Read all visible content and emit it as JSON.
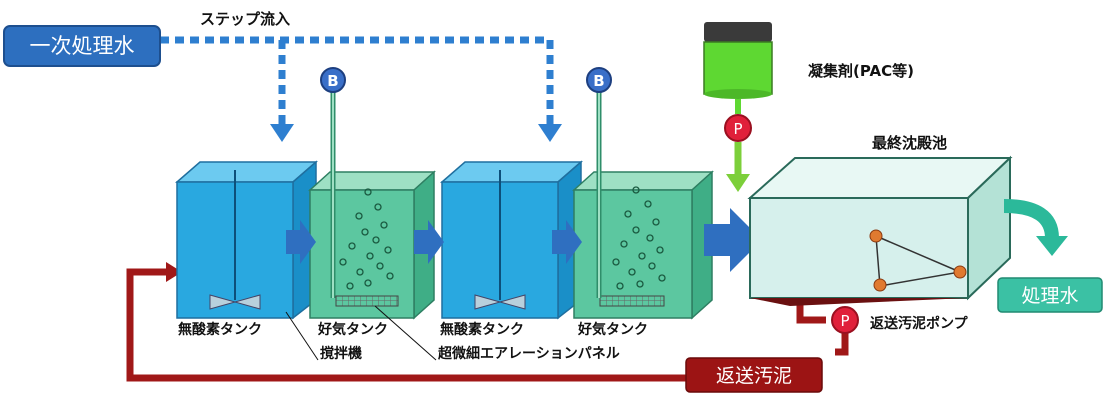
{
  "labels": {
    "primary_water": "一次処理水",
    "step_inflow": "ステップ流入",
    "coagulant": "凝集剤(PAC等)",
    "final_settling_tank": "最終沈殿池",
    "treated_water": "処理水",
    "return_sludge_pump": "返送汚泥ポンプ",
    "return_sludge": "返送汚泥",
    "anoxic_tank_1": "無酸素タンク",
    "aerobic_tank_1": "好気タンク",
    "anoxic_tank_2": "無酸素タンク",
    "aerobic_tank_2": "好気タンク",
    "stirrer": "撹拌機",
    "aeration_panel": "超微細エアレーションパネル"
  },
  "symbols": {
    "blower_1": "B",
    "blower_2": "B",
    "pump_pac": "P",
    "pump_return": "P"
  },
  "colors": {
    "anoxic_tank": "#29a8e0",
    "aerobic_tank": "#5cc7a0",
    "settling_tank": "#d6f0ec",
    "flow_arrow": "#2f6fc0",
    "dotted_flow": "#2e7fd0",
    "return_line": "#a01818",
    "pump": "#e0203a",
    "blower": "#3a6fc8",
    "coagulant_liquid": "#5ed832",
    "treated_arrow": "#2bb99a"
  }
}
